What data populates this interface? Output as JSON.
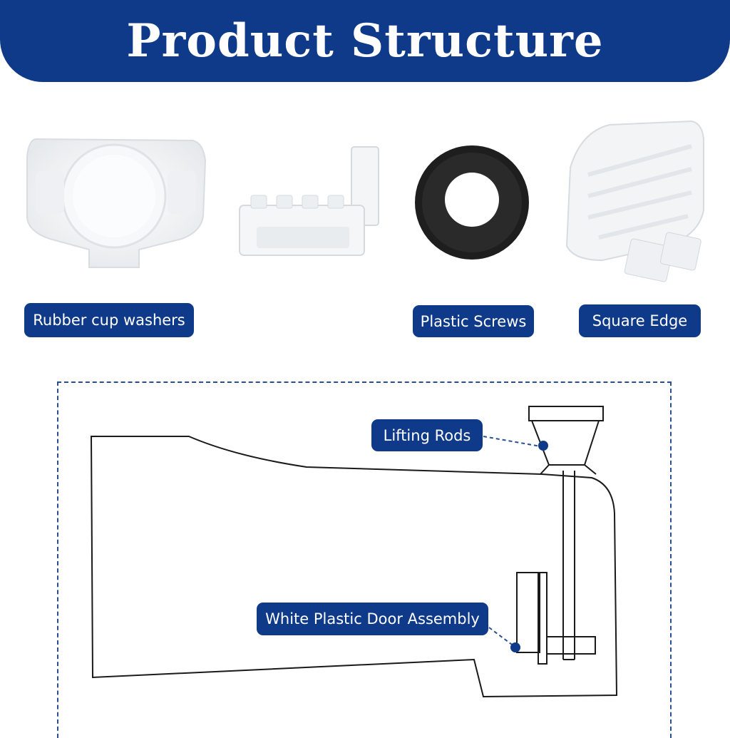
{
  "header": {
    "title": "Product Structure"
  },
  "parts": {
    "rubber_cup_washers": "Rubber cup washers",
    "plastic_screws": "Plastic Screws",
    "square_edge": "Square Edge"
  },
  "diagram": {
    "lifting_rods": "Lifting Rods",
    "door_assembly": "White Plastic Door Assembly"
  },
  "colors": {
    "brand": "#0f3a8a",
    "dashed_border": "#2b4f93",
    "washer": "#1e1e1e",
    "plastic": "#f2f4f6"
  }
}
